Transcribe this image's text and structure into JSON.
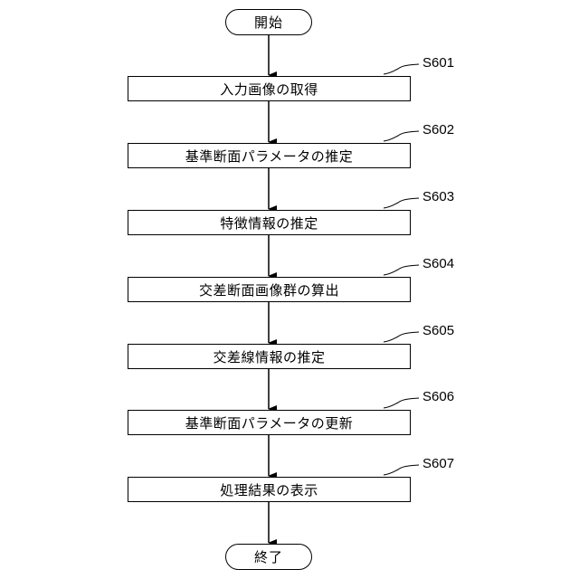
{
  "flowchart": {
    "start": "開始",
    "end": "終了",
    "steps": [
      {
        "id": "S601",
        "label": "入力画像の取得"
      },
      {
        "id": "S602",
        "label": "基準断面パラメータの推定"
      },
      {
        "id": "S603",
        "label": "特徴情報の推定"
      },
      {
        "id": "S604",
        "label": "交差断面画像群の算出"
      },
      {
        "id": "S605",
        "label": "交差線情報の推定"
      },
      {
        "id": "S606",
        "label": "基準断面パラメータの更新"
      },
      {
        "id": "S607",
        "label": "処理結果の表示"
      }
    ]
  }
}
